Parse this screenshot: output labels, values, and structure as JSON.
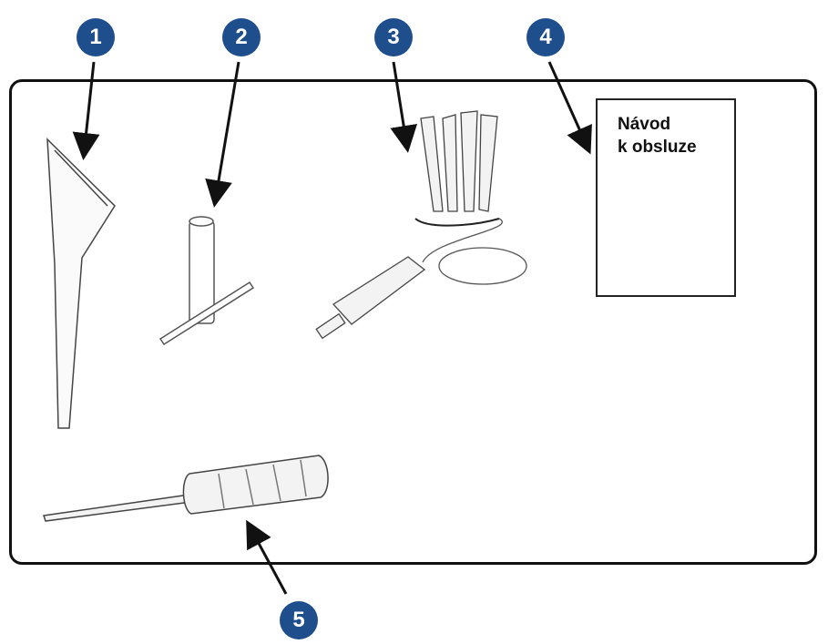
{
  "callouts": [
    {
      "number": "1"
    },
    {
      "number": "2"
    },
    {
      "number": "3"
    },
    {
      "number": "4"
    },
    {
      "number": "5"
    }
  ],
  "manual": {
    "line1": "Návod",
    "line2": "k obsluze"
  },
  "colors": {
    "badge": "#1f4e8c",
    "line": "#111111"
  }
}
